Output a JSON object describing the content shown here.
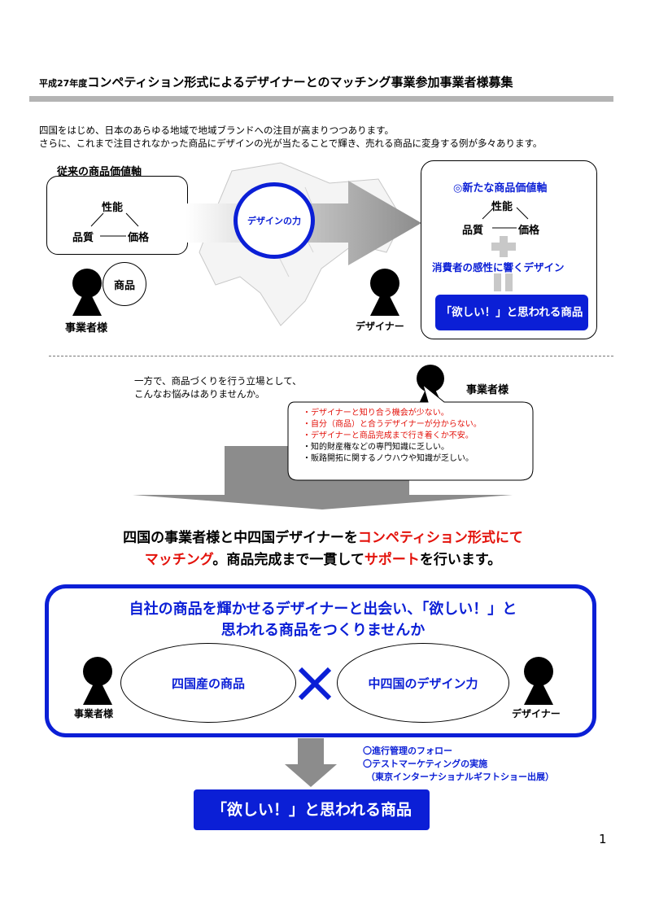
{
  "header": {
    "title_prefix": "平成27年度",
    "title_main": "コンペティション形式によるデザイナーとのマッチング事業参加事業者様募集"
  },
  "intro": {
    "line1": "四国をはじめ、日本のあらゆる地域で地域ブランドへの注目が高まりつつあります。",
    "line2": "さらに、これまで注目されなかった商品にデザインの光が当たることで輝き、売れる商品に変身する例が多々あります。"
  },
  "old_value": {
    "heading": "従来の商品価値軸",
    "performance": "性能",
    "quality": "品質",
    "price": "価格",
    "product_label": "商品",
    "business_label": "事業者様"
  },
  "center": {
    "design_power": "デザインの力",
    "designer_label": "デザイナー"
  },
  "new_value": {
    "heading": "◎新たな商品価値軸",
    "performance": "性能",
    "quality": "品質",
    "price": "価格",
    "sensibility": "消費者の感性に響くデザイン",
    "result": "「欲しい！」と思われる商品"
  },
  "worries": {
    "lead1": "一方で、商品づくりを行う立場として、",
    "lead2": "こんなお悩みはありませんか。",
    "business_label": "事業者様",
    "items": [
      {
        "text": "・デザイナーと知り合う機会が少ない。",
        "color": "#e3120b"
      },
      {
        "text": "・自分（商品）と合うデザイナーが分からない。",
        "color": "#e3120b"
      },
      {
        "text": "・デザイナーと商品完成まで行き着くか不安。",
        "color": "#e3120b"
      },
      {
        "text": "・知的財産権などの専門知識に乏しい。",
        "color": "#000000"
      },
      {
        "text": "・販路開拓に関するノウハウや知識が乏しい。",
        "color": "#000000"
      }
    ]
  },
  "message": {
    "l1a": "四国の事業者様と中四国デザイナーを",
    "l1b": "コンペティション形式にて",
    "l2a": "マッチング",
    "l2b": "。商品完成まで一貫して",
    "l2c": "サポート",
    "l2d": "を行います。"
  },
  "matching": {
    "headline1": "自社の商品を輝かせるデザイナーと出会い、「欲しい！」と",
    "headline2": "思われる商品をつくりませんか",
    "left_ellipse": "四国産の商品",
    "right_ellipse": "中四国のデザイン力",
    "business_label": "事業者様",
    "designer_label": "デザイナー"
  },
  "support": {
    "item1": "〇進行管理のフォロー",
    "item2": "〇テストマーケティングの実施",
    "item3": "（東京インターナショナルギフトショー出展）"
  },
  "final_result": "「欲しい！」と思われる商品",
  "page_number": "1",
  "colors": {
    "accent_blue": "#0b1fd6",
    "accent_red": "#e3120b",
    "arrow_gray": "#8c8c8c"
  }
}
